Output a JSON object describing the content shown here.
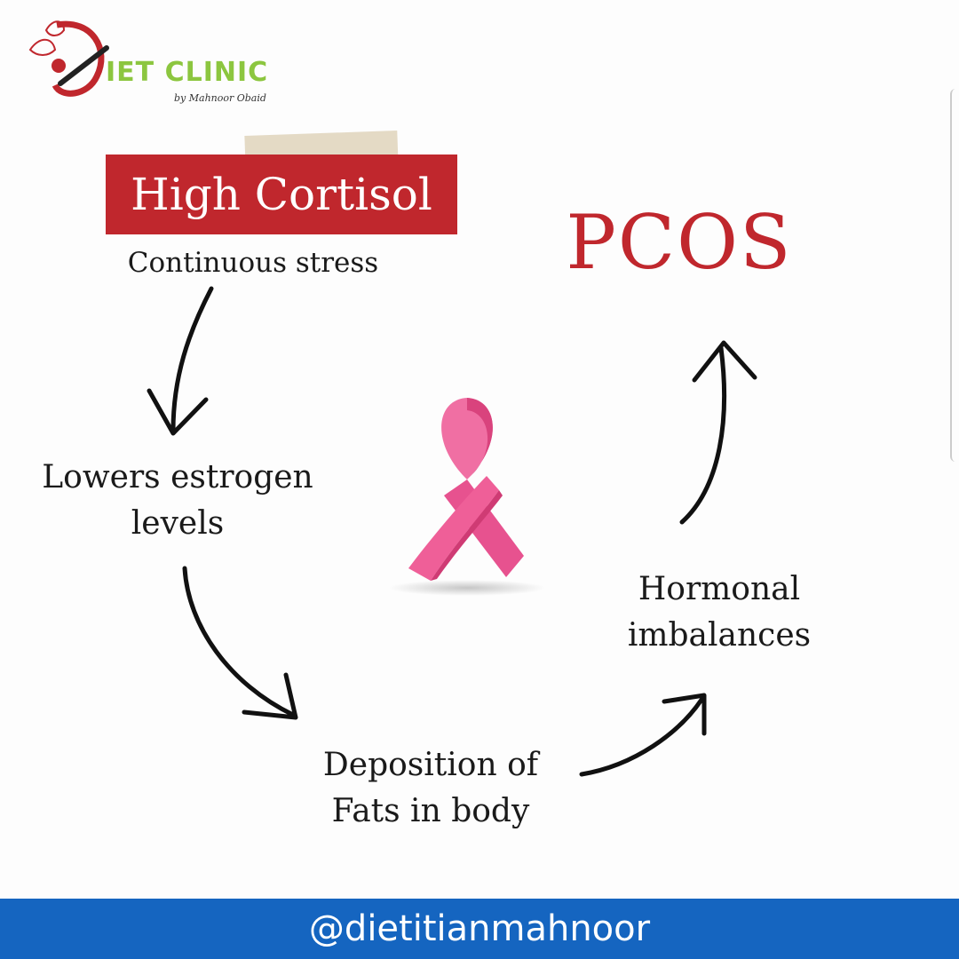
{
  "logo": {
    "brand": "IET CLINIC",
    "tagline": "by Mahnoor Obaid",
    "brand_color": "#8cc63f",
    "accent_color": "#c0272d"
  },
  "cycle": {
    "header": "High Cortisol",
    "header_sub": "Continuous stress",
    "step1": [
      "Lowers estrogen",
      "levels"
    ],
    "step2": [
      "Deposition of",
      "Fats in body"
    ],
    "step3": [
      "Hormonal",
      "imbalances"
    ],
    "result": "PCOS"
  },
  "icons": {
    "ribbon": "pink-awareness-ribbon-icon"
  },
  "footer": {
    "handle": "@dietitianmahnoor",
    "color": "#1565c0"
  }
}
